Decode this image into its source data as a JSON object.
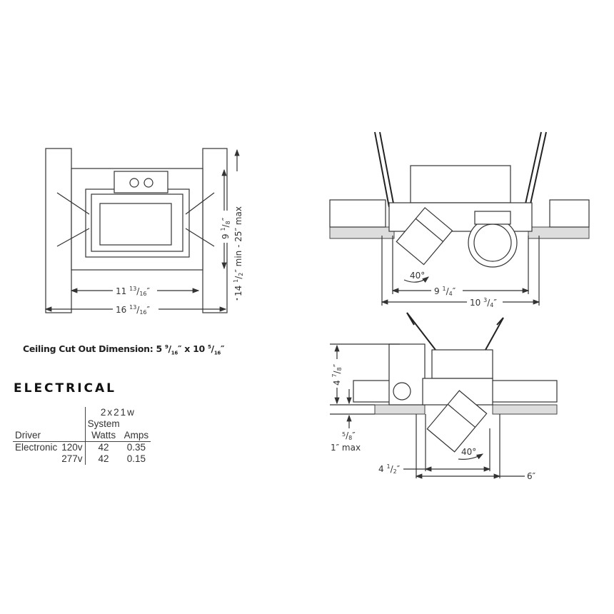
{
  "plan_view": {
    "width_inner": {
      "whole": "11",
      "num": "13",
      "den": "16",
      "unit": "″"
    },
    "width_outer": {
      "whole": "16",
      "num": "13",
      "den": "16",
      "unit": "″"
    },
    "height_inner": {
      "whole": "9",
      "num": "1",
      "den": "8",
      "unit": "″"
    },
    "height_outer": {
      "whole": "14",
      "num": "1",
      "den": "2",
      "suffix": "″ min - 25″ max"
    }
  },
  "side_view_front": {
    "tilt": "40°",
    "width_inner": {
      "whole": "9",
      "num": "1",
      "den": "4",
      "unit": "″"
    },
    "width_outer": {
      "whole": "10",
      "num": "3",
      "den": "4",
      "unit": "″"
    }
  },
  "side_view_end": {
    "height": {
      "whole": "4",
      "num": "7",
      "den": "8",
      "unit": "″"
    },
    "ceiling_thickness": {
      "num": "5",
      "den": "8",
      "unit": "″",
      "max": "1″ max"
    },
    "tilt": "40°",
    "width_inner": {
      "whole": "4",
      "num": "1",
      "den": "2",
      "unit": "″"
    },
    "width_outer": "6″"
  },
  "cutout": {
    "label": "Ceiling Cut Out Dimension: ",
    "w_whole": "5",
    "w_num": "9",
    "w_den": "16",
    "sep": "″ x ",
    "h_whole": "10",
    "h_num": "5",
    "h_den": "16",
    "end": "″"
  },
  "electrical": {
    "title": "ELECTRICAL",
    "config": "2x21w",
    "header_system": "System",
    "header_driver": "Driver",
    "header_watts": "Watts",
    "header_amps": "Amps",
    "rows": [
      {
        "driver": "Electronic",
        "voltage": "120v",
        "watts": "42",
        "amps": "0.35"
      },
      {
        "driver": "",
        "voltage": "277v",
        "watts": "42",
        "amps": "0.15"
      }
    ]
  }
}
